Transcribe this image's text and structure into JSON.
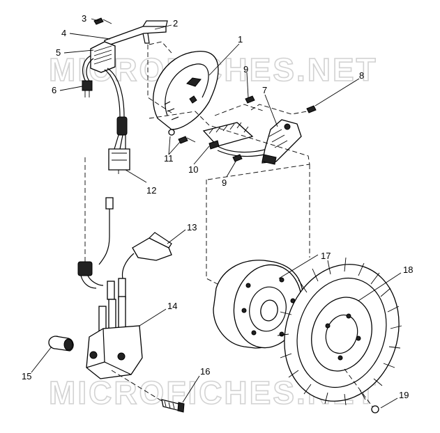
{
  "watermark": {
    "text": "MICROFICHES.NET"
  },
  "labels": {
    "p1": "1",
    "p2": "2",
    "p3": "3",
    "p4": "4",
    "p5": "5",
    "p6": "6",
    "p7": "7",
    "p8": "8",
    "p9a": "9",
    "p9b": "9",
    "p10": "10",
    "p11": "11",
    "p12": "12",
    "p13": "13",
    "p14": "14",
    "p15": "15",
    "p16": "16",
    "p17": "17",
    "p18": "18",
    "p19": "19"
  }
}
